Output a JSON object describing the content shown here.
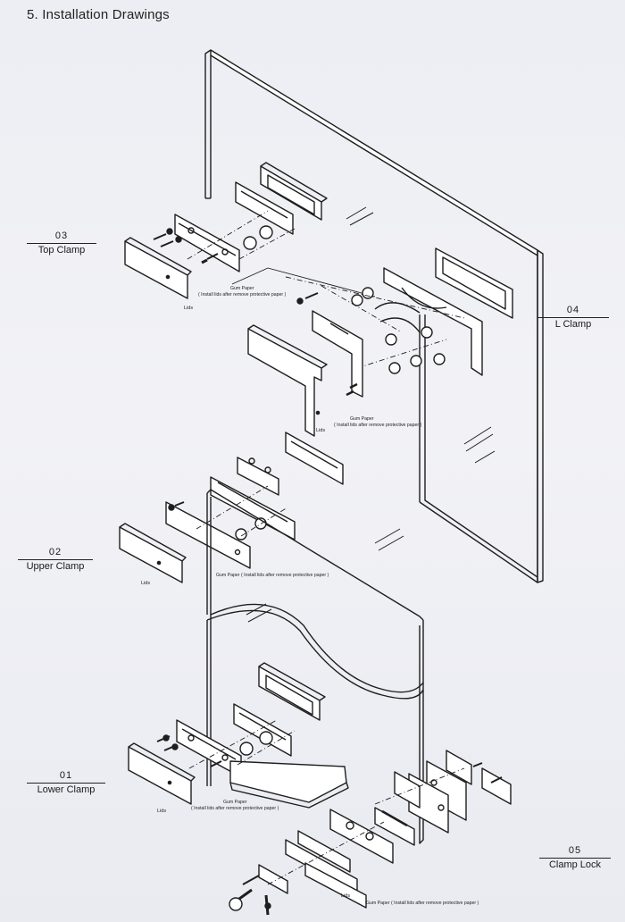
{
  "heading": "5. Installation Drawings",
  "clamps": [
    {
      "number": "03",
      "name": "Top Clamp"
    },
    {
      "number": "04",
      "name": "L Clamp"
    },
    {
      "number": "02",
      "name": "Upper Clamp"
    },
    {
      "number": "01",
      "name": "Lower Clamp"
    },
    {
      "number": "05",
      "name": "Clamp Lock"
    }
  ],
  "callouts": {
    "gum_paper": "Gum Paper",
    "install_note": "( Install lids after remove protective paper )",
    "gum_paper_inline": "Gum Paper ( Install lids after remove protective paper )",
    "lids": "Lids"
  }
}
